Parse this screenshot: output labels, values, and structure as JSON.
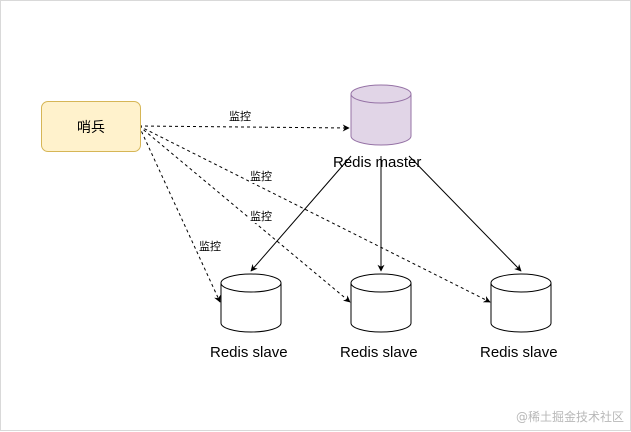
{
  "sentinel": {
    "label": "哨兵"
  },
  "master": {
    "label": "Redis master"
  },
  "slaves": [
    {
      "label": "Redis slave"
    },
    {
      "label": "Redis slave"
    },
    {
      "label": "Redis slave"
    }
  ],
  "edges": {
    "monitor_master": "监控",
    "monitor_slave_3": "监控",
    "monitor_slave_2": "监控",
    "monitor_slave_1": "监控"
  },
  "colors": {
    "sentinel_fill": "#fff2cc",
    "sentinel_border": "#d6b656",
    "master_fill": "#e1d5e7",
    "master_border": "#9673a6",
    "slave_fill": "#ffffff",
    "line": "#000000"
  },
  "watermark": "@稀土掘金技术社区"
}
